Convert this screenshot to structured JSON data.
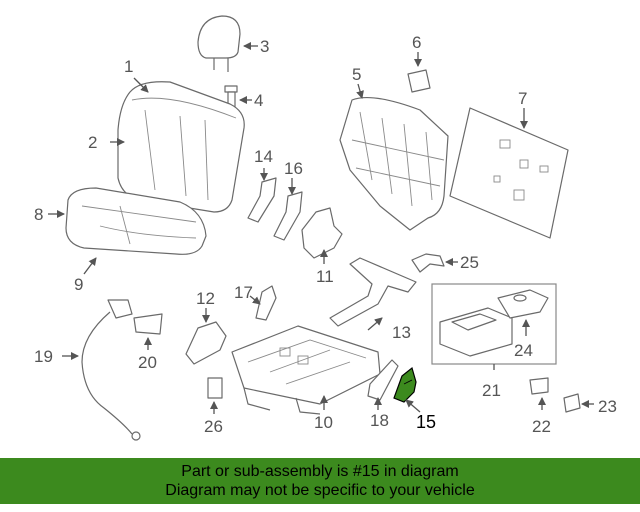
{
  "diagram": {
    "highlight_color": "#3c8a1e",
    "highlighted_part": "15",
    "callouts": [
      "1",
      "2",
      "3",
      "4",
      "5",
      "6",
      "7",
      "8",
      "9",
      "10",
      "11",
      "12",
      "13",
      "14",
      "15",
      "16",
      "17",
      "18",
      "19",
      "20",
      "21",
      "22",
      "23",
      "24",
      "25",
      "26"
    ]
  },
  "banner": {
    "line1": "Part or sub-assembly is #15 in diagram",
    "line2": "Diagram may not be specific to your vehicle",
    "background": "#3c8a1e"
  }
}
